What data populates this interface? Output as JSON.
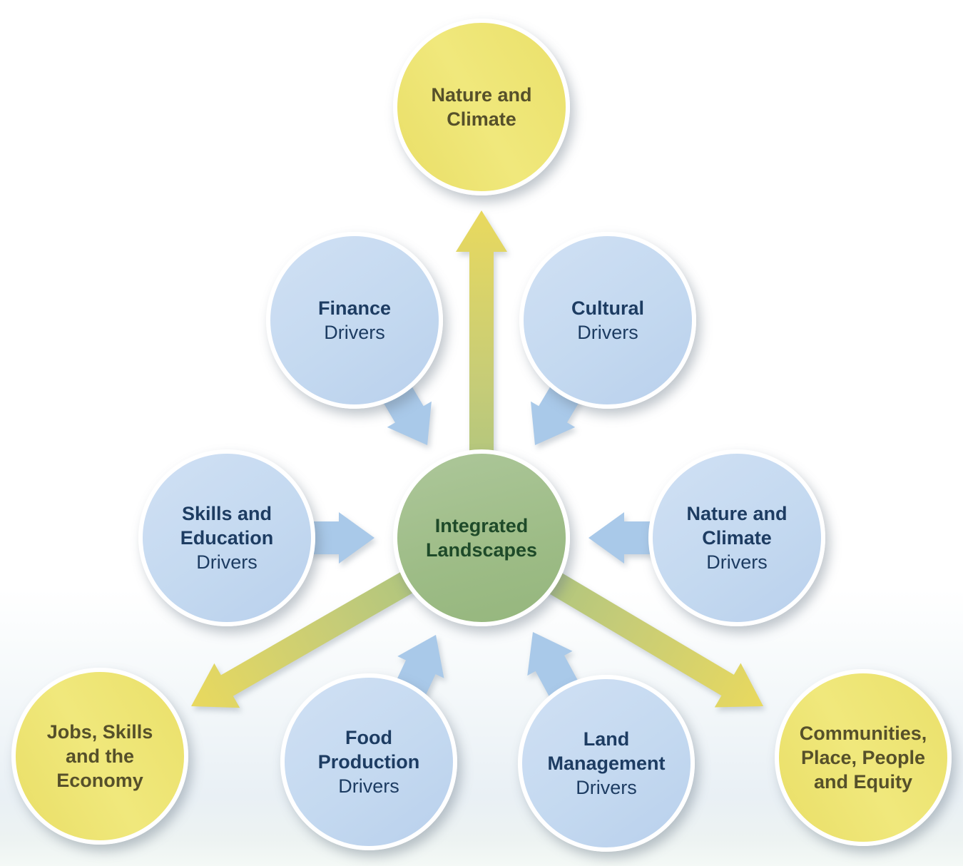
{
  "figure": {
    "center": {
      "label": "Integrated\nLandscapes"
    },
    "drivers": [
      {
        "label": "Finance",
        "sublabel": "Drivers"
      },
      {
        "label": "Cultural",
        "sublabel": "Drivers"
      },
      {
        "label": "Skills and\nEducation",
        "sublabel": "Drivers"
      },
      {
        "label": "Nature and\nClimate",
        "sublabel": "Drivers"
      },
      {
        "label": "Food\nProduction",
        "sublabel": "Drivers"
      },
      {
        "label": "Land\nManagement",
        "sublabel": "Drivers"
      }
    ],
    "outcomes": [
      {
        "label": "Nature and\nClimate"
      },
      {
        "label": "Jobs, Skills\nand the\nEconomy"
      },
      {
        "label": "Communities,\nPlace, People\nand Equity"
      }
    ],
    "colors": {
      "driver_circle_fill": "#c4d9f0",
      "outcome_circle_fill": "#ece371",
      "center_circle_fill": "#9dbc86",
      "driver_text": "#1d3c62",
      "outcome_text": "#56502a",
      "center_text": "#1e4a29",
      "driver_arrow": "#a9c9e9",
      "outcome_arrow_green": "#9cbf85",
      "outcome_arrow_mid": "#c6cc77",
      "outcome_arrow_yellow": "#e9d95e"
    }
  }
}
